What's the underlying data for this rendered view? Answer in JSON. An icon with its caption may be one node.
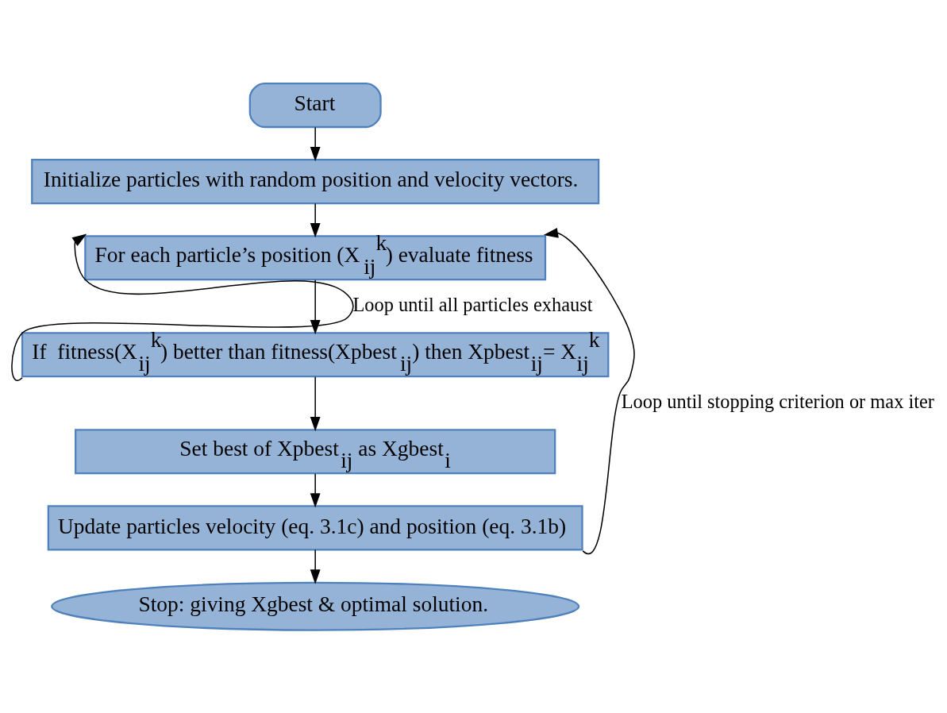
{
  "diagram": {
    "nodes": [
      {
        "text": [
          "Start"
        ]
      },
      {
        "text": [
          "Initialize particles with random position and velocity vectors."
        ]
      },
      {
        "text": [
          "For each particle’s position (X$_{ij}$$^{k}$) evaluate fitness"
        ]
      },
      {
        "text": [
          "If  fitness(X$_{ij}$$^{k}$) better than fitness(Xpbest$_{ij}$) then Xpbest$_{ij}$= X$_{ij}$$^{k}$"
        ]
      },
      {
        "text": [
          "Set best of Xpbest$_{ij}$ as Xgbest$_{i}$"
        ]
      },
      {
        "text": [
          "Update particles velocity (eq. 3.1c) and position (eq. 3.1b)"
        ]
      },
      {
        "text": [
          "Stop: giving Xgbest & optimal solution."
        ]
      }
    ],
    "edges": [
      {
        "from": 0,
        "to": 1,
        "arrow": "to"
      },
      {
        "from": 1,
        "to": 2,
        "arrow": "to"
      },
      {
        "from": 2,
        "to": 3,
        "arrow": "to"
      },
      {
        "from": 3,
        "to": 4,
        "arrow": "to"
      },
      {
        "from": 4,
        "to": 5,
        "arrow": "to"
      },
      {
        "from": 5,
        "to": 6,
        "arrow": "to"
      },
      {
        "from": 3,
        "to": 2,
        "arrow": "to",
        "label": "Loop until all particles exhaust"
      },
      {
        "from": 5,
        "to": 2,
        "arrow": "to",
        "label": "Loop until stopping criterion or max iter"
      }
    ]
  }
}
